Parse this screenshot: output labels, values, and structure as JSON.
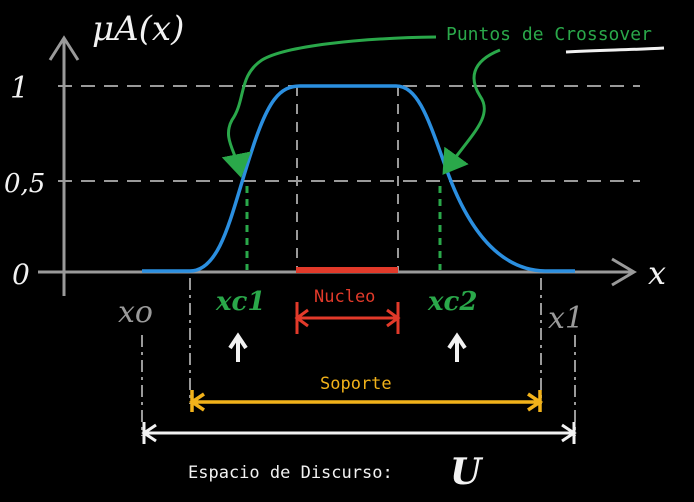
{
  "colors": {
    "background": "#000000",
    "axis": "#9a9a9a",
    "chalk": "#f2f2f2",
    "dashed": "#9a9a9a",
    "curve": "#2b8fe0",
    "green": "#2aa84a",
    "red": "#e23a2a",
    "yellow": "#f2b21a"
  },
  "labels": {
    "y_axis": "μA(x)",
    "x_axis": "x",
    "tick_one": "1",
    "tick_half": "0,5",
    "tick_zero": "0",
    "crossover": "Puntos de Crossover",
    "xc1": "xc1",
    "xc2": "xc2",
    "x0": "xo",
    "x1": "x1",
    "nucleo": "Nucleo",
    "soporte": "Soporte",
    "espacio": "Espacio de Discurso:",
    "universe": "U"
  },
  "icons": {
    "up_arrow_left": "up-arrow-icon",
    "up_arrow_right": "up-arrow-icon",
    "universe_symbol": "universe-icon"
  }
}
